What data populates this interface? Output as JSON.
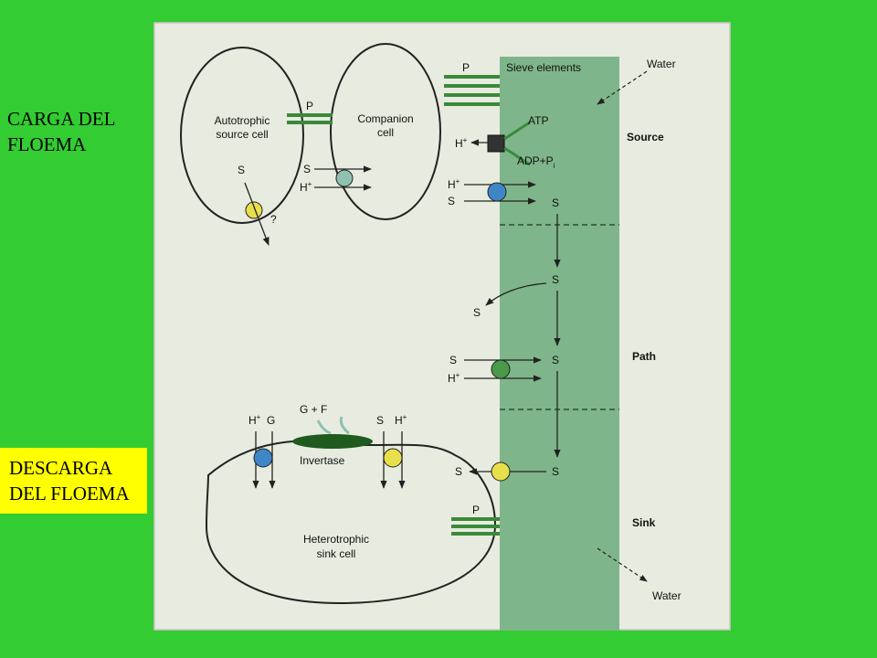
{
  "labels": {
    "carga": [
      "CARGA DEL",
      "FLOEMA"
    ],
    "descarga": [
      "DESCARGA",
      "DEL FLOEMA"
    ]
  },
  "diagram": {
    "autotrophic": [
      "Autotrophic",
      "source cell"
    ],
    "companion": [
      "Companion",
      "cell"
    ],
    "heterotrophic": [
      "Heterotrophic",
      "sink cell"
    ],
    "sieve": "Sieve elements",
    "water_top": "Water",
    "water_bottom": "Water",
    "source": "Source",
    "path": "Path",
    "sink": "Sink",
    "p": "P",
    "s": "S",
    "h": "H",
    "plus": "+",
    "question": "?",
    "atp": "ATP",
    "adp": "ADP+P",
    "adp_sub": "i",
    "g": "G",
    "gf": "G + F",
    "invertase": "Invertase"
  },
  "colors": {
    "background": "#33cc33",
    "panel": "#e8ece0",
    "sieve": "#7fb58a",
    "yellow_label": "#ffff00",
    "carrier_yellow": "#e8e04a",
    "carrier_blue": "#3f86c7",
    "carrier_green": "#4a9a4a",
    "carrier_teal": "#8fc1b0"
  }
}
